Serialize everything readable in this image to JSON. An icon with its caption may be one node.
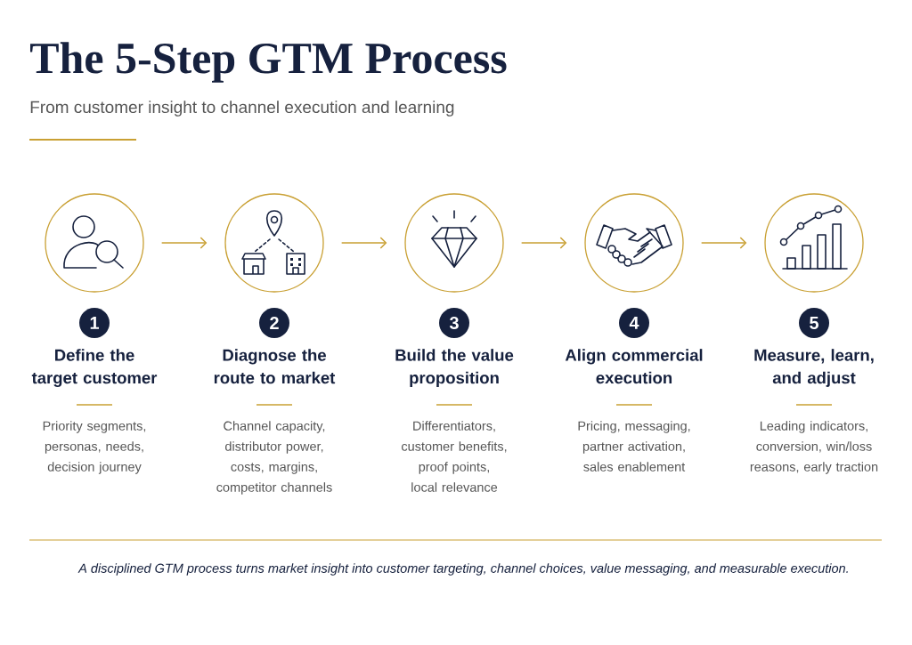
{
  "diagram": {
    "title": "The 5-Step GTM Process",
    "caption": "A disciplined GTM process turns market insight into customer targeting, channel choices, value messaging, and measurable execution.",
    "labels": [
      "From customer insight to channel execution and learning"
    ],
    "nodes": [
      {
        "text": [],
        "shape": "circle"
      },
      {
        "text": [],
        "shape": "circle"
      },
      {
        "text": [],
        "shape": "circle"
      },
      {
        "text": [],
        "shape": "circle"
      },
      {
        "text": [],
        "shape": "circle"
      },
      {
        "text": [
          "1"
        ],
        "beside": [
          "Define the target customer",
          "Priority segments, personas, needs, decision journey"
        ]
      },
      {
        "text": [
          "2"
        ],
        "beside": [
          "Diagnose the route to market",
          "Channel capacity, distributor power, costs, margins, competitor channels"
        ]
      },
      {
        "text": [
          "3"
        ],
        "beside": [
          "Build the value proposition",
          "Differentiators, customer benefits, proof points, local relevance"
        ]
      },
      {
        "text": [
          "4"
        ],
        "beside": [
          "Align commercial execution",
          "Pricing, messaging, partner activation, sales enablement"
        ]
      },
      {
        "text": [
          "5"
        ],
        "beside": [
          "Measure, learn, and adjust",
          "Leading indicators, conversion, win/loss reasons, early traction"
        ]
      }
    ],
    "edges": [
      {
        "from": 0,
        "to": 1,
        "arrow": "to"
      },
      {
        "from": 1,
        "to": 2,
        "arrow": "to"
      },
      {
        "from": 2,
        "to": 3,
        "arrow": "to"
      },
      {
        "from": 3,
        "to": 4,
        "arrow": "to"
      }
    ]
  }
}
